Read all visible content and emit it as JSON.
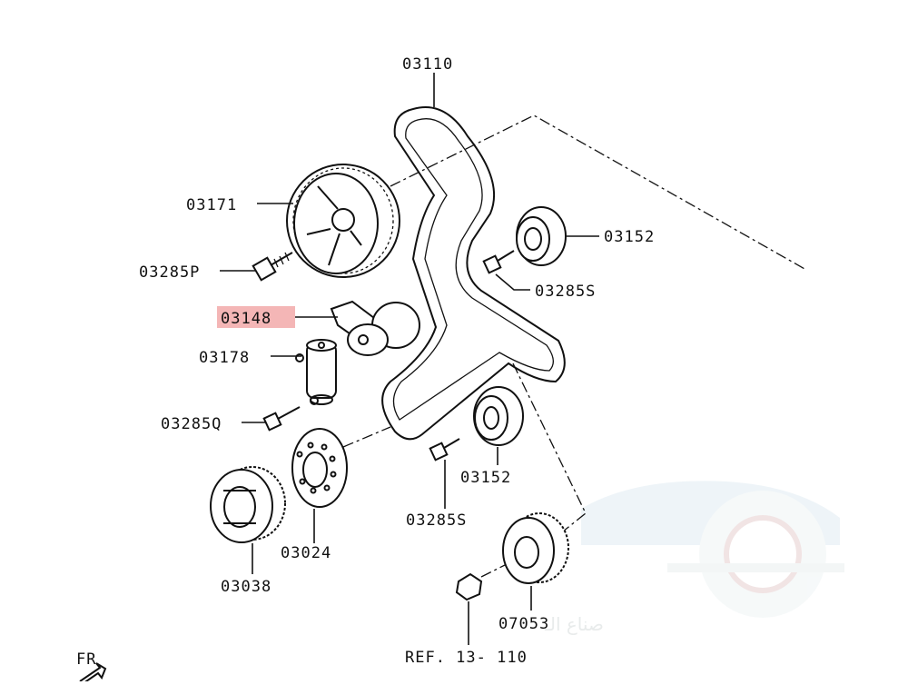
{
  "diagram": {
    "parts": {
      "timing_belt": "03110",
      "camshaft_sprocket": "03171",
      "bolt_p": "03285P",
      "tensioner": "03148",
      "auto_tensioner": "03178",
      "bolt_q": "03285Q",
      "idler_upper": "03152",
      "bolt_s_upper": "03285S",
      "idler_lower": "03152",
      "bolt_s_lower": "03285S",
      "flange": "03024",
      "crank_sprocket": "03038",
      "pump_sprocket": "07053",
      "reference": "REF. 13- 110",
      "front_marker": "FR"
    },
    "highlighted_part": "03148",
    "highlight_color": "#f4b6b6",
    "watermark_text": "صناع الـ"
  }
}
